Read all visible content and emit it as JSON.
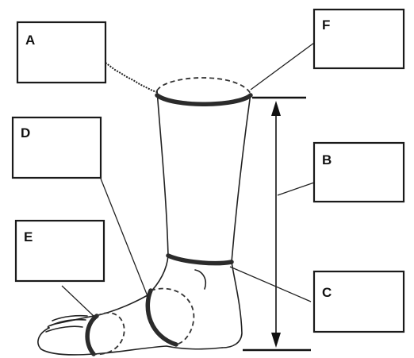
{
  "labels": {
    "a": "A",
    "b": "B",
    "c": "C",
    "d": "D",
    "e": "E",
    "f": "F"
  },
  "colors": {
    "ink": "#222222",
    "band": "#2b2b2b",
    "background": "#ffffff"
  }
}
